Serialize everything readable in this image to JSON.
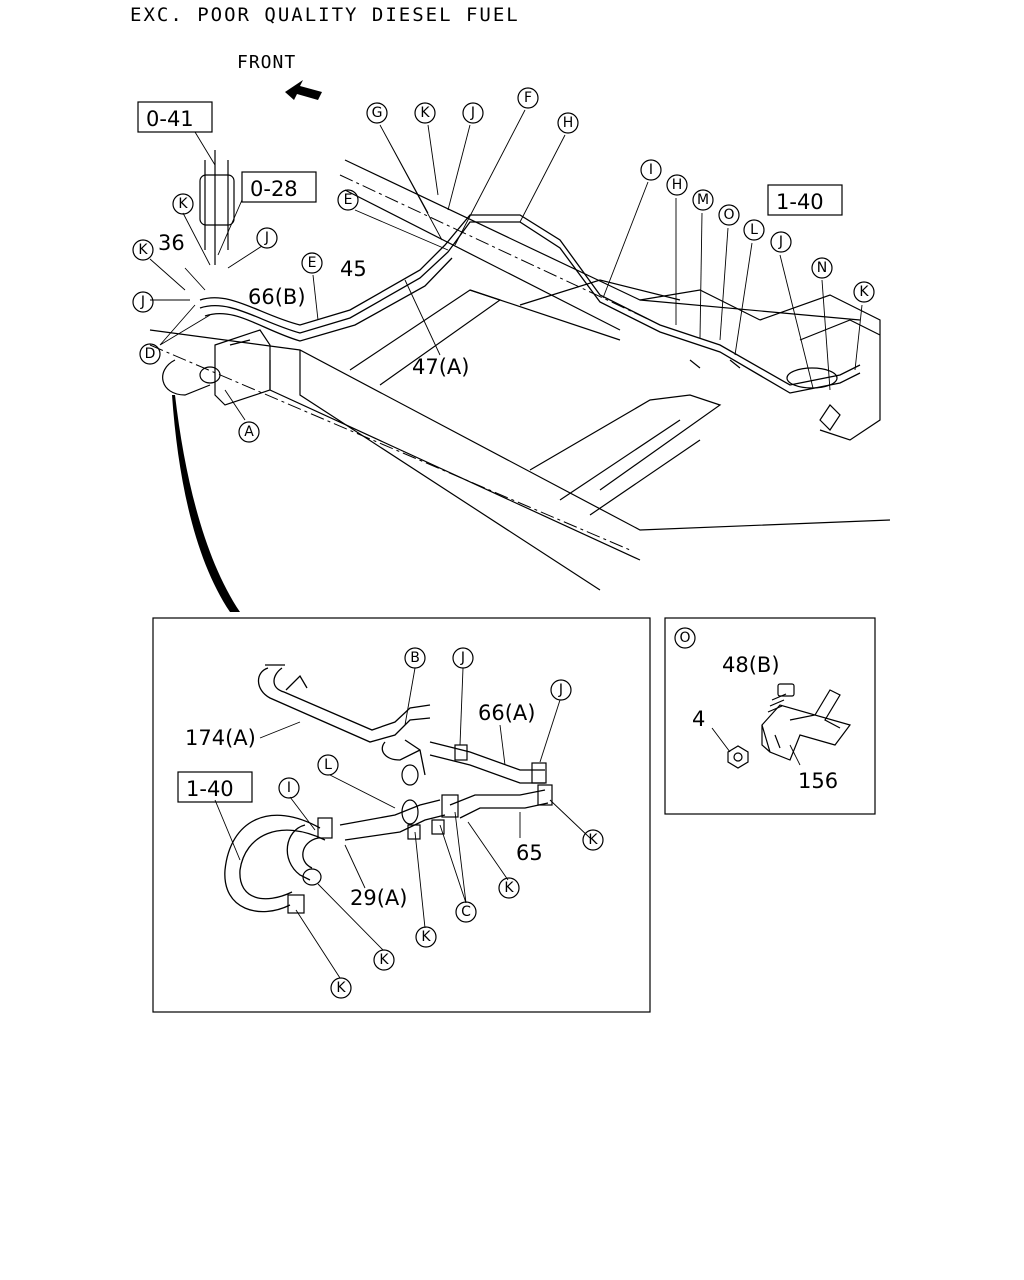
{
  "title": "EXC. POOR QUALITY DIESEL FUEL",
  "front_label": "FRONT",
  "boxed_refs": {
    "ref_0_41": "0-41",
    "ref_0_28": "0-28",
    "ref_1_40_top": "1-40",
    "ref_1_40_detail": "1-40"
  },
  "part_numbers": {
    "p36": "36",
    "p66b": "66(B)",
    "p45": "45",
    "p47a": "47(A)",
    "p174a": "174(A)",
    "p66a": "66(A)",
    "p65": "65",
    "p29a": "29(A)",
    "p48b": "48(B)",
    "p4": "4",
    "p156": "156"
  },
  "callouts": {
    "A": "A",
    "B": "B",
    "C": "C",
    "D": "D",
    "E": "E",
    "F": "F",
    "G": "G",
    "H": "H",
    "I": "I",
    "J": "J",
    "K": "K",
    "L": "L",
    "M": "M",
    "N": "N",
    "O": "O"
  },
  "inset_o_label": "O"
}
